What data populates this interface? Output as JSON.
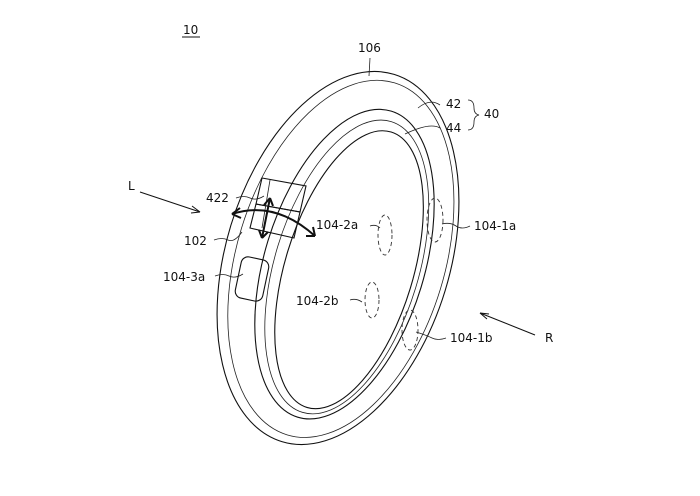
{
  "figure": {
    "figure_number": "10",
    "labels": {
      "top": "106",
      "outer_layer": "42",
      "band": "40",
      "inner_layer": "44",
      "left_direction": "L",
      "right_direction": "R",
      "ridge": "422",
      "joint": "102",
      "button": "104-3a",
      "sensor_2a": "104-2a",
      "sensor_1a": "104-1a",
      "sensor_2b": "104-2b",
      "sensor_1b": "104-1b"
    }
  }
}
